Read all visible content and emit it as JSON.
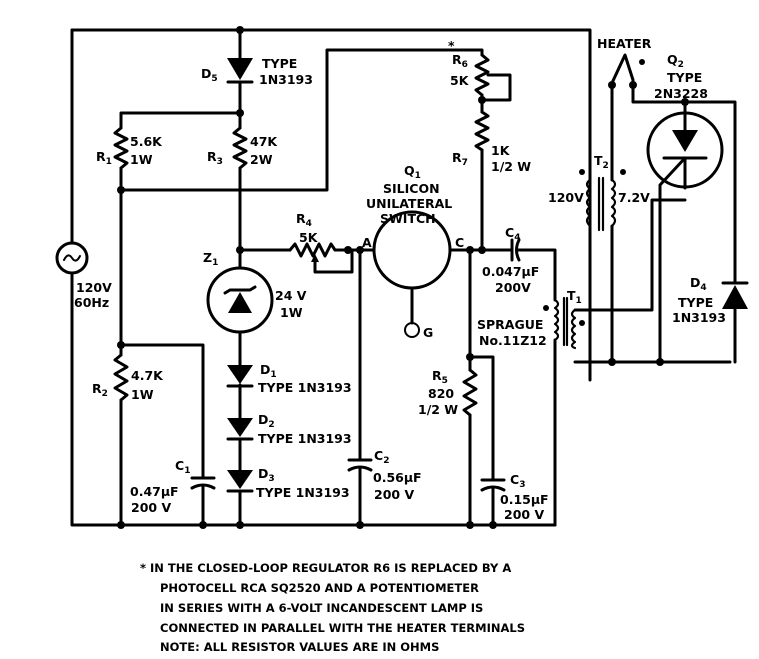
{
  "source": {
    "ref": "",
    "label1": "120V",
    "label2": "60Hz"
  },
  "d5": {
    "ref": "D",
    "sub": "5",
    "type": "TYPE",
    "part": "1N3193"
  },
  "r1": {
    "ref": "R",
    "sub": "1",
    "value": "5.6K",
    "power": "1W"
  },
  "r3": {
    "ref": "R",
    "sub": "3",
    "value": "47K",
    "power": "2W"
  },
  "r4": {
    "ref": "R",
    "sub": "4",
    "value": "5K"
  },
  "r6": {
    "ref": "R",
    "sub": "6",
    "star": "*",
    "value": "5K"
  },
  "r7": {
    "ref": "R",
    "sub": "7",
    "value": "1K",
    "power": "1/2 W"
  },
  "q1": {
    "ref": "Q",
    "sub": "1",
    "line1": "SILICON",
    "line2": "UNILATERAL",
    "line3": "SWITCH",
    "anode": "A",
    "cathode": "C",
    "gate": "G"
  },
  "z1": {
    "ref": "Z",
    "sub": "1",
    "value": "24 V",
    "power": "1W"
  },
  "d1": {
    "ref": "D",
    "sub": "1",
    "part": "TYPE 1N3193"
  },
  "d2": {
    "ref": "D",
    "sub": "2",
    "part": "TYPE 1N3193"
  },
  "d3": {
    "ref": "D",
    "sub": "3",
    "part": "TYPE 1N3193"
  },
  "r2": {
    "ref": "R",
    "sub": "2",
    "value": "4.7K",
    "power": "1W"
  },
  "c1": {
    "ref": "C",
    "sub": "1",
    "value": "0.47μF",
    "voltage": "200 V"
  },
  "c2": {
    "ref": "C",
    "sub": "2",
    "value": "0.56μF",
    "voltage": "200 V"
  },
  "c3": {
    "ref": "C",
    "sub": "3",
    "value": "0.15μF",
    "voltage": "200 V"
  },
  "c4": {
    "ref": "C",
    "sub": "4",
    "value": "0.047μF",
    "voltage": "200V"
  },
  "r5": {
    "ref": "R",
    "sub": "5",
    "value": "820",
    "power": "1/2 W"
  },
  "t1": {
    "ref": "T",
    "sub": "1",
    "maker": "SPRAGUE",
    "part": "No.11Z12"
  },
  "t2": {
    "ref": "T",
    "sub": "2",
    "primary": "120V",
    "secondary": "7.2V"
  },
  "heater": {
    "label": "HEATER"
  },
  "q2": {
    "ref": "Q",
    "sub": "2",
    "type": "TYPE",
    "part": "2N3228"
  },
  "d4": {
    "ref": "D",
    "sub": "4",
    "type": "TYPE",
    "part": "1N3193"
  },
  "notes": [
    "* IN THE CLOSED-LOOP REGULATOR R6 IS REPLACED BY A",
    "PHOTOCELL  RCA SQ2520 AND A POTENTIOMETER",
    "IN SERIES WITH A 6-VOLT INCANDESCENT LAMP IS",
    "CONNECTED IN PARALLEL WITH THE HEATER TERMINALS",
    "NOTE: ALL RESISTOR VALUES ARE IN OHMS"
  ]
}
